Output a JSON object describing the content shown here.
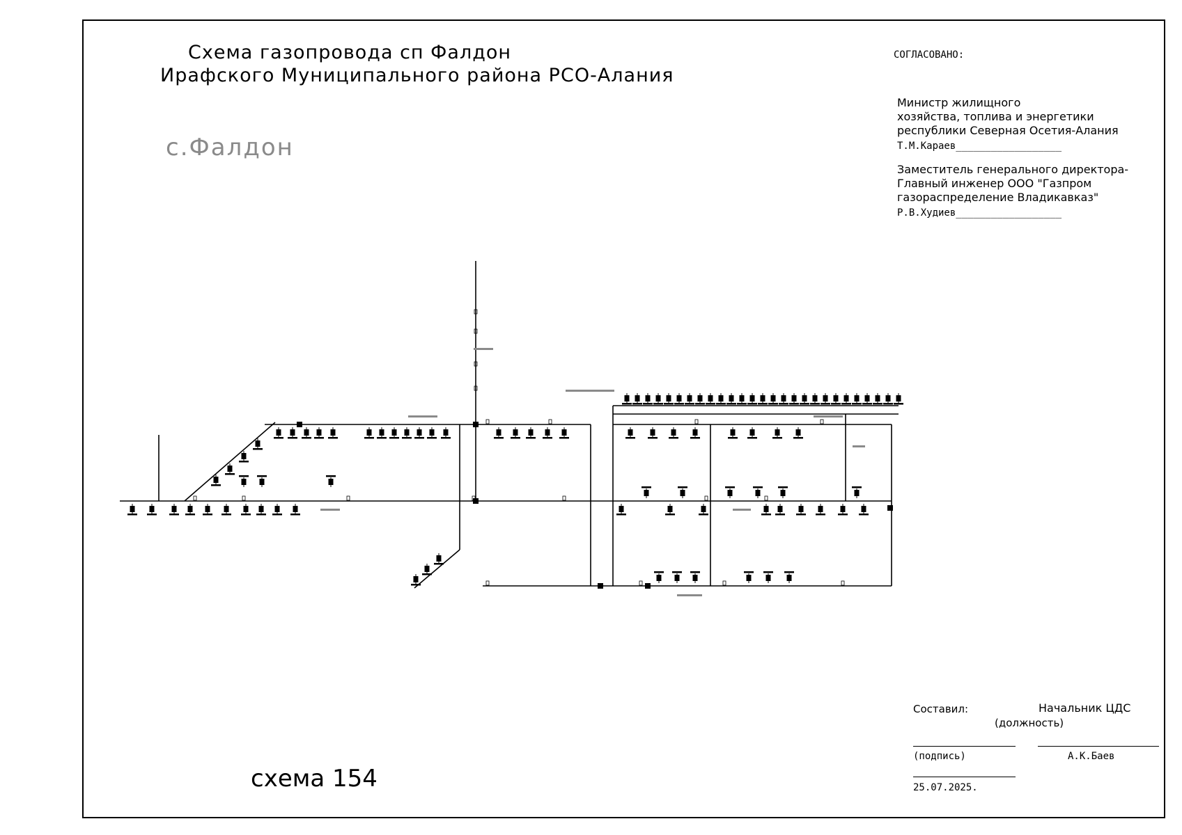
{
  "title": {
    "line1": "Схема газопровода сп Фалдон",
    "line2": "Ирафского  Муниципального района РСО-Алания"
  },
  "village_label": "с.Фалдон",
  "approval": {
    "heading": "СОГЛАСОВАНО:",
    "block1": {
      "line1": "Министр жилищного",
      "line2": "хозяйства, топлива и энергетики",
      "line3": "республики Северная Осетия-Алания",
      "signatory": "Т.М.Караев__________________"
    },
    "block2": {
      "line1": "Заместитель генерального директора-",
      "line2": "Главный инженер  ООО \"Газпром",
      "line3": "газораспределение Владикавказ\"",
      "signatory": "Р.В.Худиев__________________"
    }
  },
  "scheme_number": "схема 154",
  "stamp": {
    "compiled_label": "Составил:",
    "position_value": "Начальник ЦДС",
    "position_label": "(должность)",
    "signature_label": "(подпись)",
    "person": "А.К.Баев",
    "date": "25.07.2025."
  },
  "colors": {
    "ink": "#000000",
    "gray_label": "#8a8a8a"
  }
}
